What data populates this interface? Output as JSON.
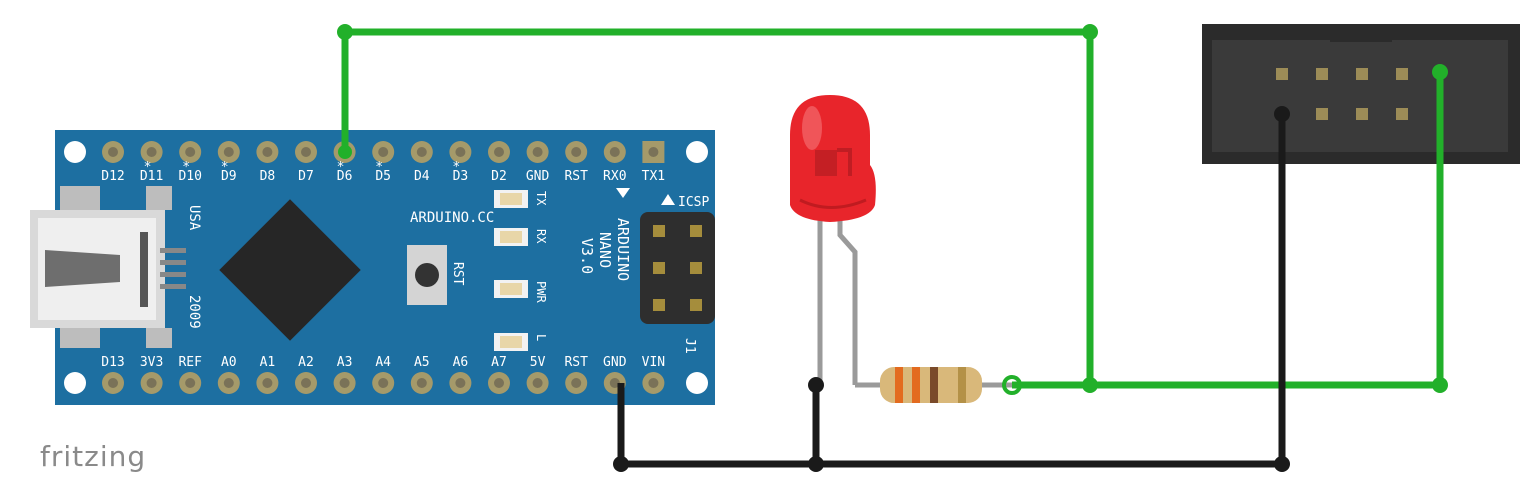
{
  "board": {
    "top_pins": [
      "D12",
      "D11",
      "D10",
      "D9",
      "D8",
      "D7",
      "D6",
      "D5",
      "D4",
      "D3",
      "D2",
      "GND",
      "RST",
      "RX0",
      "TX1"
    ],
    "top_marks": [
      "",
      "*",
      "*",
      "*",
      "",
      "",
      "*",
      "*",
      "",
      "*",
      "",
      "",
      "",
      "",
      ""
    ],
    "bottom_pins": [
      "D13",
      "3V3",
      "REF",
      "A0",
      "A1",
      "A2",
      "A3",
      "A4",
      "A5",
      "A6",
      "A7",
      "5V",
      "RST",
      "GND",
      "VIN"
    ],
    "site": "ARDUINO.CC",
    "model_lines": [
      "ARDUINO",
      "NANO",
      "V3.0"
    ],
    "icsp": "ICSP",
    "usa": "USA",
    "year": "2009",
    "rst": "RST",
    "leds": [
      "TX",
      "RX",
      "PWR",
      "L"
    ],
    "j1": "J1"
  },
  "brand": "fritzing",
  "colors": {
    "board": "#1d6fa1",
    "board_edge": "#2a86b9",
    "wire_green": "#22b02a",
    "wire_black": "#1a1a1a",
    "led_red": "#e8252b",
    "header": "#2e2e2e"
  }
}
